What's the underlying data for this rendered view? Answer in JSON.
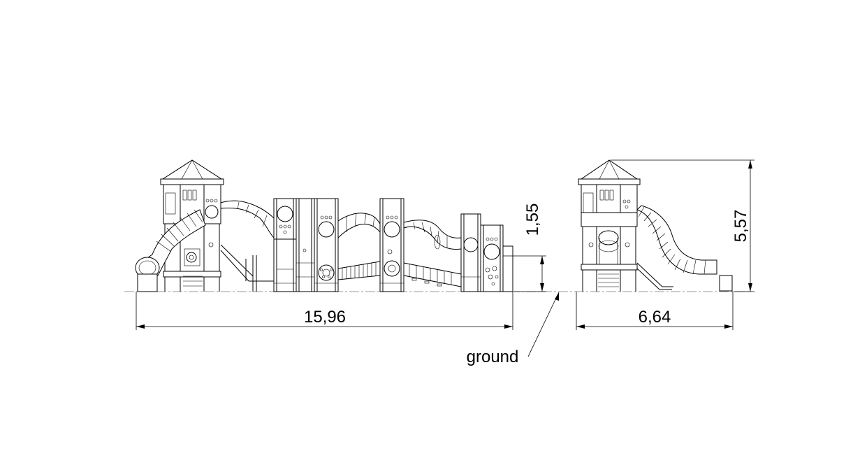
{
  "dimensions": {
    "front_length": "15,96",
    "side_width": "6,64",
    "platform_height": "1,55",
    "total_height": "5,57"
  },
  "annotations": {
    "ground_label": "ground"
  }
}
